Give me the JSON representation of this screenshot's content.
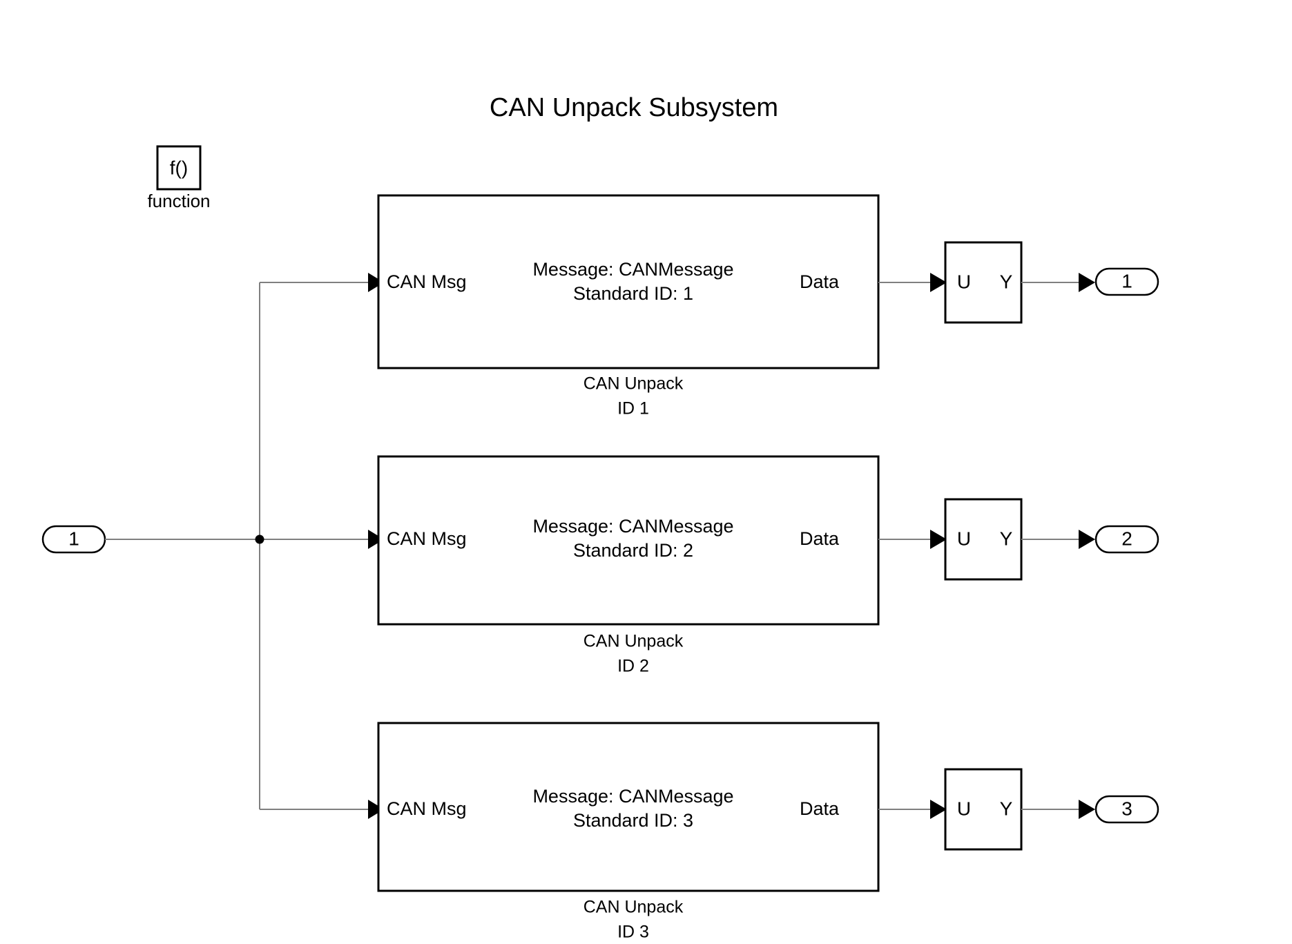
{
  "diagram": {
    "title": "CAN Unpack Subsystem",
    "background_color": "#ffffff",
    "line_color": "#7f7f7f",
    "stroke_color": "#000000"
  },
  "function_block": {
    "label": "f()",
    "caption": "function"
  },
  "input_port": {
    "number": "1"
  },
  "rows": [
    {
      "unpack": {
        "input_label": "CAN Msg",
        "message_line": "Message: CANMessage",
        "id_line": "Standard ID: 1",
        "output_label": "Data",
        "caption_line1": "CAN Unpack",
        "caption_line2": "ID 1"
      },
      "gain": {
        "input_label": "U",
        "output_label": "Y"
      },
      "output_port": {
        "number": "1"
      }
    },
    {
      "unpack": {
        "input_label": "CAN Msg",
        "message_line": "Message: CANMessage",
        "id_line": "Standard ID: 2",
        "output_label": "Data",
        "caption_line1": "CAN Unpack",
        "caption_line2": "ID 2"
      },
      "gain": {
        "input_label": "U",
        "output_label": "Y"
      },
      "output_port": {
        "number": "2"
      }
    },
    {
      "unpack": {
        "input_label": "CAN Msg",
        "message_line": "Message: CANMessage",
        "id_line": "Standard ID: 3",
        "output_label": "Data",
        "caption_line1": "CAN Unpack",
        "caption_line2": "ID 3"
      },
      "gain": {
        "input_label": "U",
        "output_label": "Y"
      },
      "output_port": {
        "number": "3"
      }
    }
  ]
}
